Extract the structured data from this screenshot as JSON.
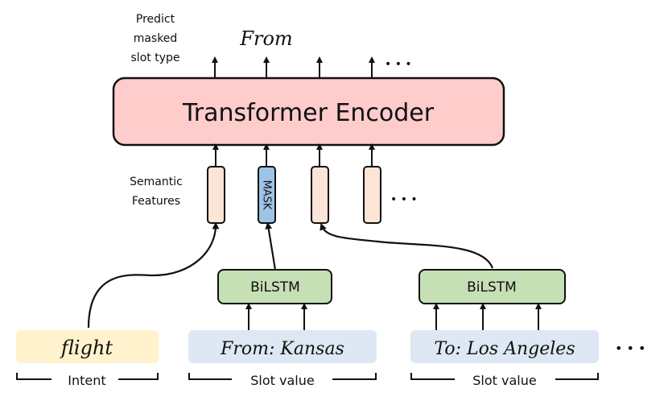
{
  "labels": {
    "predict": [
      "Predict",
      "masked",
      "slot type"
    ],
    "predicted_token": "From",
    "encoder": "Transformer Encoder",
    "semantic": [
      "Semantic",
      "Features"
    ],
    "mask": "MASK",
    "bilstm_1": "BiLSTM",
    "bilstm_2": "BiLSTM",
    "ellipsis": "• • •"
  },
  "inputs": [
    {
      "text": "flight",
      "bracket_label": "Intent",
      "color": "#fff2cc"
    },
    {
      "text": "From: Kansas",
      "bracket_label": "Slot value",
      "color": "#dee8f4"
    },
    {
      "text": "To: Los Angeles",
      "bracket_label": "Slot value",
      "color": "#dee8f4"
    }
  ],
  "colors": {
    "encoder": "#ffcccc",
    "feature": "#fce4d6",
    "mask": "#9dc3e6",
    "bilstm": "#c5e0b4",
    "stroke": "#111111"
  }
}
